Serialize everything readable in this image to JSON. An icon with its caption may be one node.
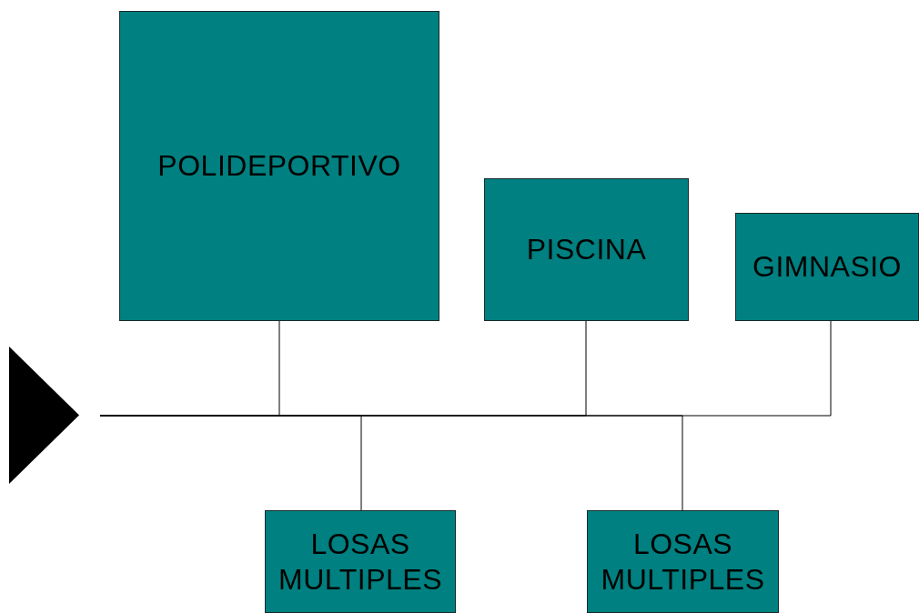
{
  "diagram": {
    "nodes": [
      {
        "text": [],
        "shape": "triangle"
      },
      {
        "text": [
          "POLIDEPORTIVO"
        ]
      },
      {
        "text": [
          "PISCINA"
        ]
      },
      {
        "text": [
          "GIMNASIO"
        ]
      },
      {
        "text": [
          "LOSAS MULTIPLES"
        ]
      },
      {
        "text": [
          "LOSAS MULTIPLES"
        ]
      }
    ],
    "edges": [
      {
        "from": 0,
        "to": 1,
        "arrow": "none"
      },
      {
        "from": 0,
        "to": 2,
        "arrow": "none"
      },
      {
        "from": 0,
        "to": 3,
        "arrow": "none"
      },
      {
        "from": 0,
        "to": 4,
        "arrow": "none"
      },
      {
        "from": 0,
        "to": 5,
        "arrow": "none"
      }
    ]
  }
}
